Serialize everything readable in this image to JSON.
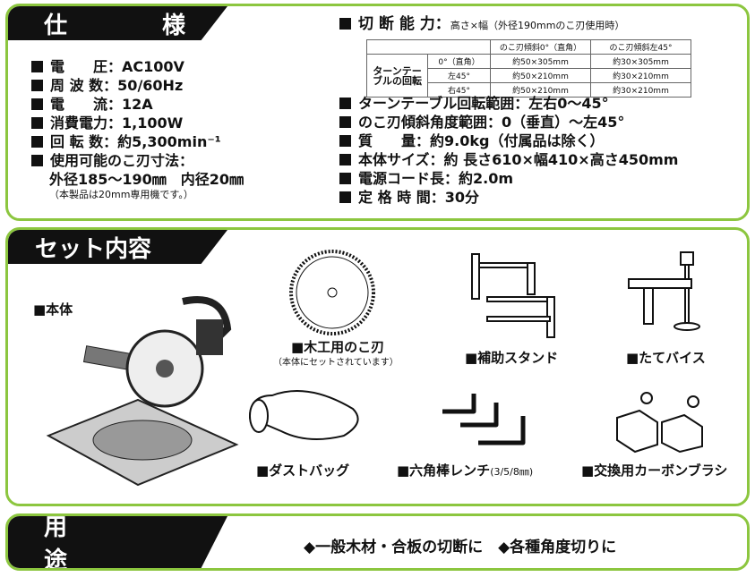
{
  "spec": {
    "title": "仕　様",
    "items": [
      {
        "k": "電　　圧",
        "v": "AC100V"
      },
      {
        "k": "周 波 数",
        "v": "50/60Hz"
      },
      {
        "k": "電　　流",
        "v": "12A"
      },
      {
        "k": "消費電力",
        "v": "1,100W"
      },
      {
        "k": "回 転 数",
        "v": "約5,300min⁻¹"
      }
    ],
    "blade_label": "使用可能のこ刃寸法：",
    "blade_size": "外径185～190㎜　内径20㎜",
    "blade_note": "（本製品は20mm専用機です。）",
    "cut_label": "切 断 能 力：",
    "cut_sub": "高さ×幅（外径190mmのこ刃使用時）",
    "table": {
      "col1": "のこ刃傾斜0°（直角）",
      "col2": "のこ刃傾斜左45°",
      "rowhead": "ターンテーブルの回転",
      "rows": [
        {
          "a": "0°（直角）",
          "b": "約50×305mm",
          "c": "約30×305mm"
        },
        {
          "a": "左45°",
          "b": "約50×210mm",
          "c": "約30×210mm"
        },
        {
          "a": "右45°",
          "b": "約50×210mm",
          "c": "約30×210mm"
        }
      ]
    },
    "right": [
      "ターンテーブル回転範囲：左右0～45°",
      "のこ刃傾斜角度範囲：0（垂直）～左45°",
      "質　　量：約9.0kg（付属品は除く）",
      "本体サイズ：約 長さ610×幅410×高さ450mm",
      "電源コード長：約2.0m",
      "定 格 時 間：30分"
    ]
  },
  "set": {
    "title": "セット内容",
    "body": "■本体",
    "blade": "■木工用のこ刃",
    "blade_note": "（本体にセットされています）",
    "stand": "■補助スタンド",
    "vise": "■たてバイス",
    "bag": "■ダストバッグ",
    "wrench": "■六角棒レンチ",
    "wrench_note": "(3/5/8㎜)",
    "brush": "■交換用カーボンブラシ"
  },
  "use": {
    "title": "用　　途",
    "items": "◆一般木材・合板の切断に　◆各種角度切りに"
  },
  "colors": {
    "border": "#8cc63f"
  }
}
